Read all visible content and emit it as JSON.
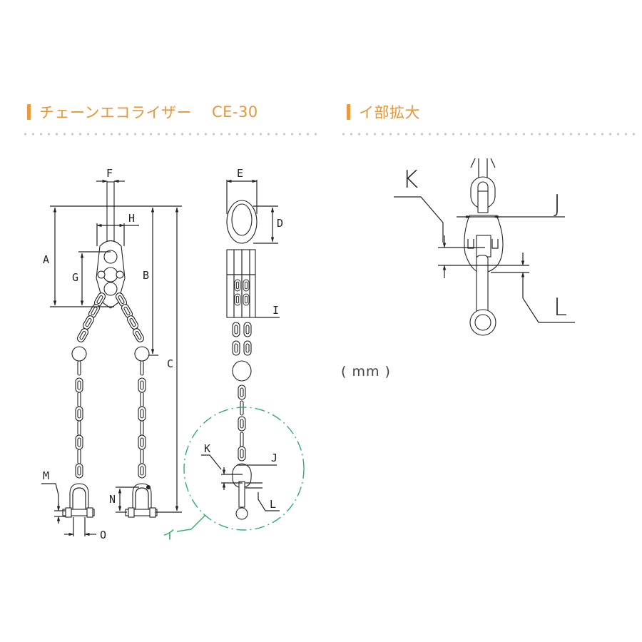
{
  "sections": [
    {
      "title": "チェーンエコライザー",
      "model": "CE-30",
      "accent_color": "#e8963a"
    },
    {
      "title": "イ部拡大",
      "accent_color": "#e8963a"
    }
  ],
  "unit_note": "( mm )",
  "diagram_main": {
    "dimension_labels": [
      "A",
      "B",
      "C",
      "D",
      "E",
      "F",
      "G",
      "H",
      "I",
      "M",
      "N",
      "O"
    ],
    "detail_marker": "イ",
    "detail_labels": [
      "K",
      "J",
      "L"
    ]
  },
  "diagram_detail": {
    "dimension_labels": [
      "K",
      "J",
      "L"
    ]
  },
  "labels": {
    "A": "A",
    "B": "B",
    "C": "C",
    "D": "D",
    "E": "E",
    "F": "F",
    "G": "G",
    "H": "H",
    "I": "I",
    "J": "J",
    "K": "K",
    "L": "L",
    "M": "M",
    "N": "N",
    "O": "O",
    "i": "イ"
  }
}
